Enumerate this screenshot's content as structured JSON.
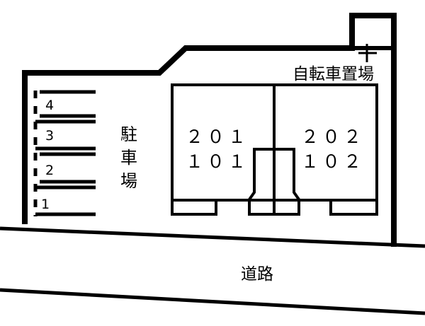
{
  "plan": {
    "title": "",
    "colors": {
      "ink": "#000000",
      "background": "#ffffff"
    },
    "labels": {
      "parking_lot": "駐車場",
      "parking_lot_chars": [
        "駐",
        "車",
        "場"
      ],
      "bicycle_parking": "自転車置場",
      "road": "道路"
    },
    "parking_stalls": [
      {
        "number": "4"
      },
      {
        "number": "3"
      },
      {
        "number": "2"
      },
      {
        "number": "1"
      }
    ],
    "building": {
      "left_unit": {
        "upper_floor": "２０１",
        "lower_floor": "１０１"
      },
      "right_unit": {
        "upper_floor": "２０２",
        "lower_floor": "１０２"
      }
    },
    "icons": {
      "bicycle_rack": "bicycle-rack-icon",
      "stairwell": "stairwell-icon",
      "porch": "porch-icon"
    }
  }
}
